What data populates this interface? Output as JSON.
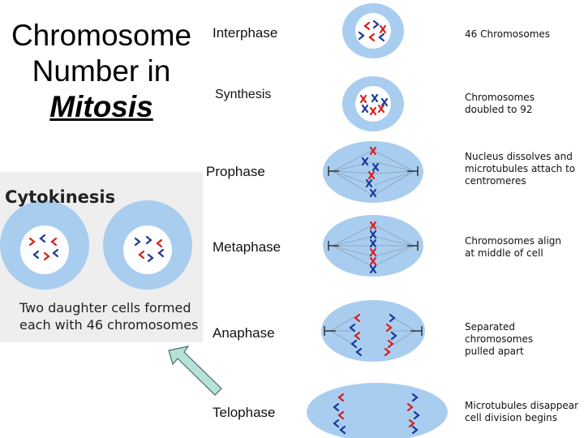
{
  "title": {
    "line1": "Chromosome",
    "line2": "Number in",
    "line3": "Mitosis"
  },
  "phases": [
    {
      "name": "Interphase",
      "description": [
        "46 Chromosomes"
      ]
    },
    {
      "name": "Synthesis",
      "description": [
        "Chromosomes",
        "doubled to 92"
      ]
    },
    {
      "name": "Prophase",
      "description": [
        "Nucleus dissolves and",
        "microtubules attach to",
        "centromeres"
      ]
    },
    {
      "name": "Metaphase",
      "description": [
        "Chromosomes align",
        "at middle of cell"
      ]
    },
    {
      "name": "Anaphase",
      "description": [
        "Separated chromosomes",
        "pulled apart"
      ]
    },
    {
      "name": "Telophase",
      "description": [
        "Microtubules disappear",
        "cell division begins"
      ]
    }
  ],
  "cytokinesis": {
    "title": "Cytokinesis",
    "description": [
      "Two daughter cells formed",
      "each with 46 chromosomes"
    ]
  },
  "colors": {
    "cell": "#a9cdef",
    "nucleus": "#ffffff",
    "chromosome_red": "#d62020",
    "chromosome_blue": "#1a3a9a",
    "arrow_fill": "#b6e3d6",
    "arrow_stroke": "#4a6a7a",
    "cytokinesis_panel": "#eeeeee"
  }
}
